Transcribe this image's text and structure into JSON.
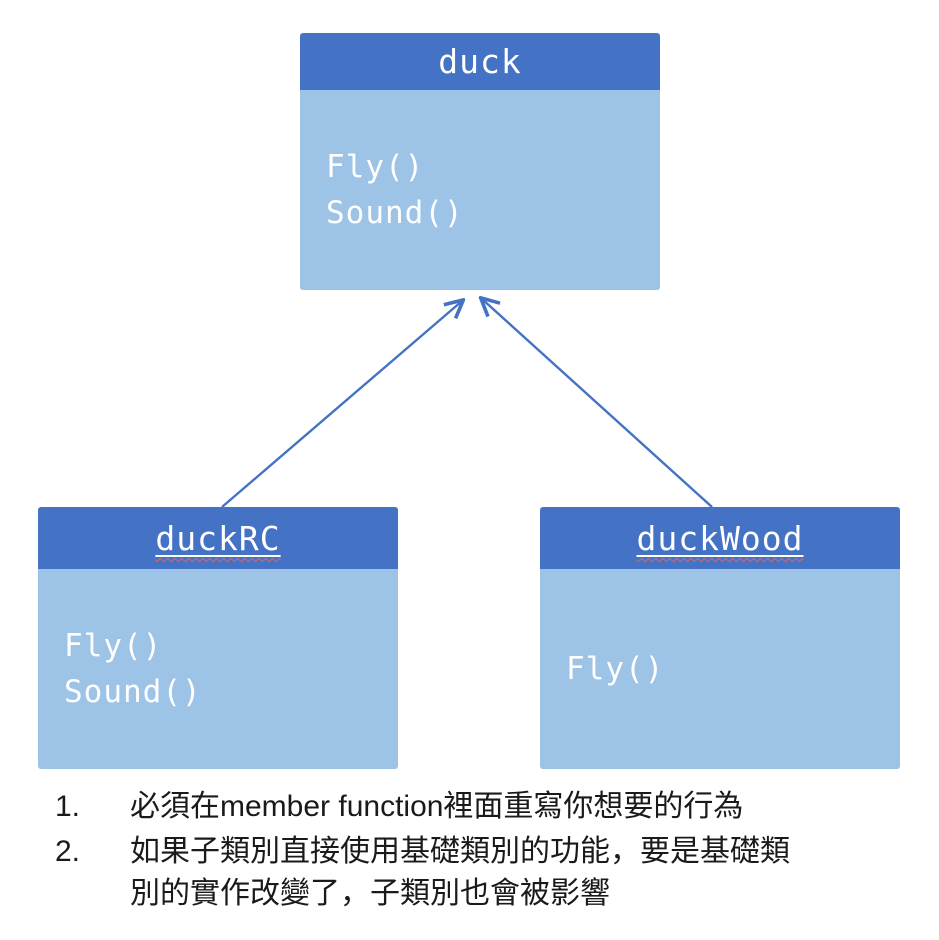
{
  "diagram": {
    "classes": [
      {
        "id": "duck",
        "title": "duck",
        "methods": [
          "Fly()",
          "Sound()"
        ]
      },
      {
        "id": "duckRC",
        "title": "duckRC",
        "methods": [
          "Fly()",
          "Sound()"
        ]
      },
      {
        "id": "duckWood",
        "title": "duckWood",
        "methods": [
          "Fly()"
        ]
      }
    ],
    "relations": [
      {
        "from": "duckRC",
        "to": "duck",
        "type": "inheritance"
      },
      {
        "from": "duckWood",
        "to": "duck",
        "type": "inheritance"
      }
    ],
    "colors": {
      "header": "#4472C4",
      "body": "#9DC3E6",
      "arrow": "#4472C4",
      "title_text": "#FFFFFF",
      "method_text": "#FFFFFF"
    }
  },
  "notes": {
    "items": [
      {
        "number": "1.",
        "text": "必須在member function裡面重寫你想要的行為"
      },
      {
        "number": "2.",
        "text": "如果子類別直接使用基礎類別的功能，要是基礎類別的實作改變了，子類別也會被影響"
      }
    ]
  }
}
